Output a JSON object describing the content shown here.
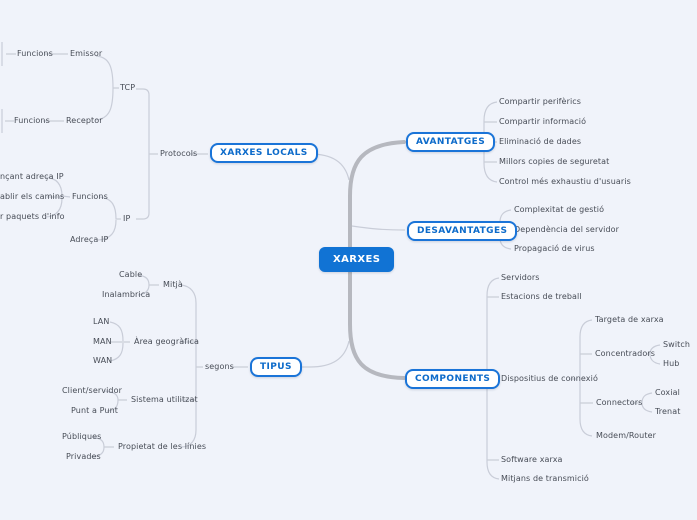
{
  "center": {
    "label": "XARXES"
  },
  "colors": {
    "accent": "#1173d4",
    "node_border": "#1a74d8",
    "line": "#c9cdd8",
    "trunk": "#b6b8bf",
    "text": "#474c56",
    "background": "#f0f3fa"
  },
  "locals": {
    "title": "XARXES LOCALS",
    "protocols": "Protocols",
    "tcp": "TCP",
    "ip": "IP",
    "emissor": "Emissor",
    "receptor": "Receptor",
    "funcions_emissor": "Funcions",
    "funcions_receptor": "Funcions",
    "ip_funcions": "Funcions",
    "adreca_ip": "Adreça IP",
    "ip_fragments": [
      "nçant adreça IP",
      "ablir els camins",
      "r paquets d'info"
    ]
  },
  "avantatges": {
    "title": "AVANTATGES",
    "items": [
      "Compartir perifèrics",
      "Compartir informació",
      "Eliminació de dades",
      "Millors copies de seguretat",
      "Control més exhaustiu d'usuaris"
    ]
  },
  "desavantatges": {
    "title": "DESAVANTATGES",
    "items": [
      "Complexitat de gestió",
      "Dependència del servidor",
      "Propagació de virus"
    ]
  },
  "components": {
    "title": "COMPONENTS",
    "servidors": "Servidors",
    "estacions": "Estacions de treball",
    "dispositius": "Dispositius de connexió",
    "targeta": "Targeta de xarxa",
    "concentradors": "Concentradors",
    "switch": "Switch",
    "hub": "Hub",
    "connectors": "Connectors",
    "coxial": "Coxial",
    "trenat": "Trenat",
    "modem": "Modem/Router",
    "software": "Software xarxa",
    "mitjans": "Mitjans de transmició"
  },
  "tipus": {
    "title": "TIPUS",
    "segons": "segons",
    "mitja": "Mitjà",
    "cable": "Cable",
    "inalambrica": "Inalambrica",
    "area": "Àrea geogràfica",
    "lan": "LAN",
    "man": "MAN",
    "wan": "WAN",
    "sistema": "Sistema utilitzat",
    "client": "Client/servidor",
    "punt": "Punt a Punt",
    "propietat": "Propietat de les línies",
    "publiques": "Públiques",
    "privades": "Privades"
  }
}
